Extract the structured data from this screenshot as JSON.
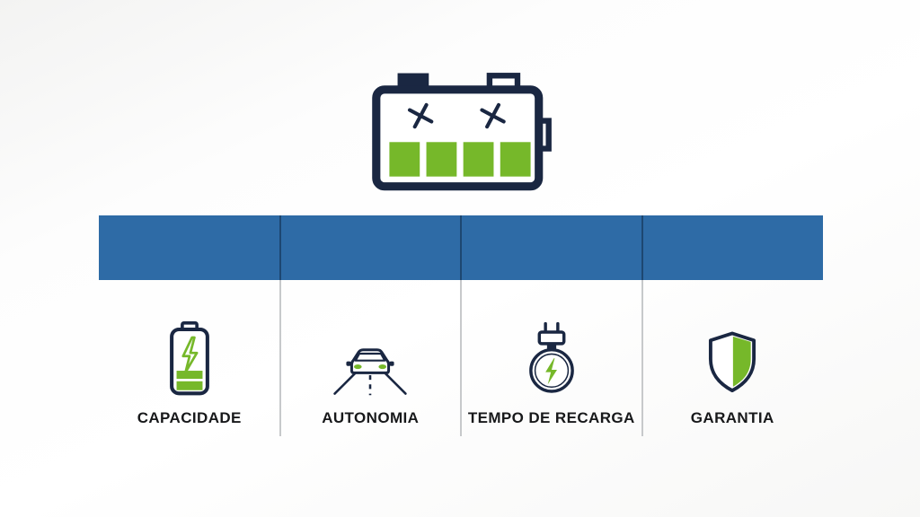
{
  "colors": {
    "band_blue": "#2e6ba6",
    "accent_green": "#76b82a",
    "outline_navy": "#1a2742",
    "label_text": "#17181a",
    "divider_gray": "#c7c9cb"
  },
  "hero": {
    "icon": "car-battery-icon"
  },
  "features": [
    {
      "id": "capacidade",
      "label": "CAPACIDADE",
      "icon": "battery-charge-icon"
    },
    {
      "id": "autonomia",
      "label": "AUTONOMIA",
      "icon": "car-road-icon"
    },
    {
      "id": "tempo-de-recarga",
      "label": "TEMPO DE RECARGA",
      "icon": "charging-plug-timer-icon"
    },
    {
      "id": "garantia",
      "label": "GARANTIA",
      "icon": "warranty-shield-icon"
    }
  ]
}
